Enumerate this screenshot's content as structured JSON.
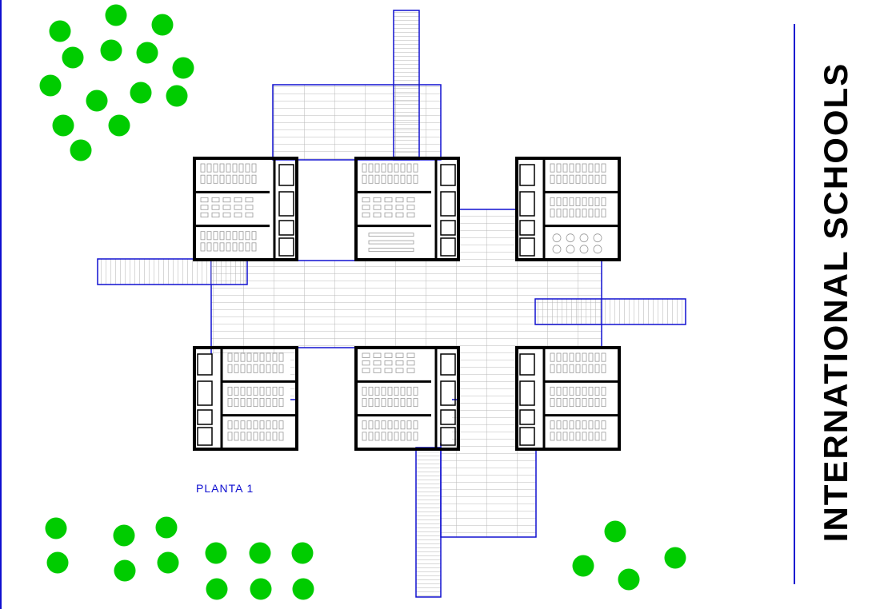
{
  "drawing": {
    "title": "INTERNATIONAL SCHOOLS",
    "plan_label": "PLANTA  1"
  },
  "colors": {
    "outline": "#1010d0",
    "walls": "#000000",
    "grid": "#b8b8b8",
    "furniture": "#9a9a9a",
    "trees": "#00cc00"
  },
  "buildings": [
    {
      "name": "classroom-block-1",
      "mirror": false,
      "rooms": [
        "rows",
        "tables",
        "rows"
      ]
    },
    {
      "name": "classroom-block-2",
      "mirror": false,
      "rooms": [
        "rows",
        "tables",
        "long"
      ]
    },
    {
      "name": "classroom-block-3",
      "mirror": true,
      "rooms": [
        "rows",
        "rows",
        "round"
      ]
    },
    {
      "name": "classroom-block-4",
      "mirror": true,
      "rooms": [
        "rows",
        "rows",
        "rows"
      ]
    },
    {
      "name": "classroom-block-5",
      "mirror": false,
      "rooms": [
        "tables",
        "rows",
        "rows"
      ]
    },
    {
      "name": "classroom-block-6",
      "mirror": true,
      "rooms": [
        "rows",
        "rows",
        "rows"
      ]
    }
  ]
}
